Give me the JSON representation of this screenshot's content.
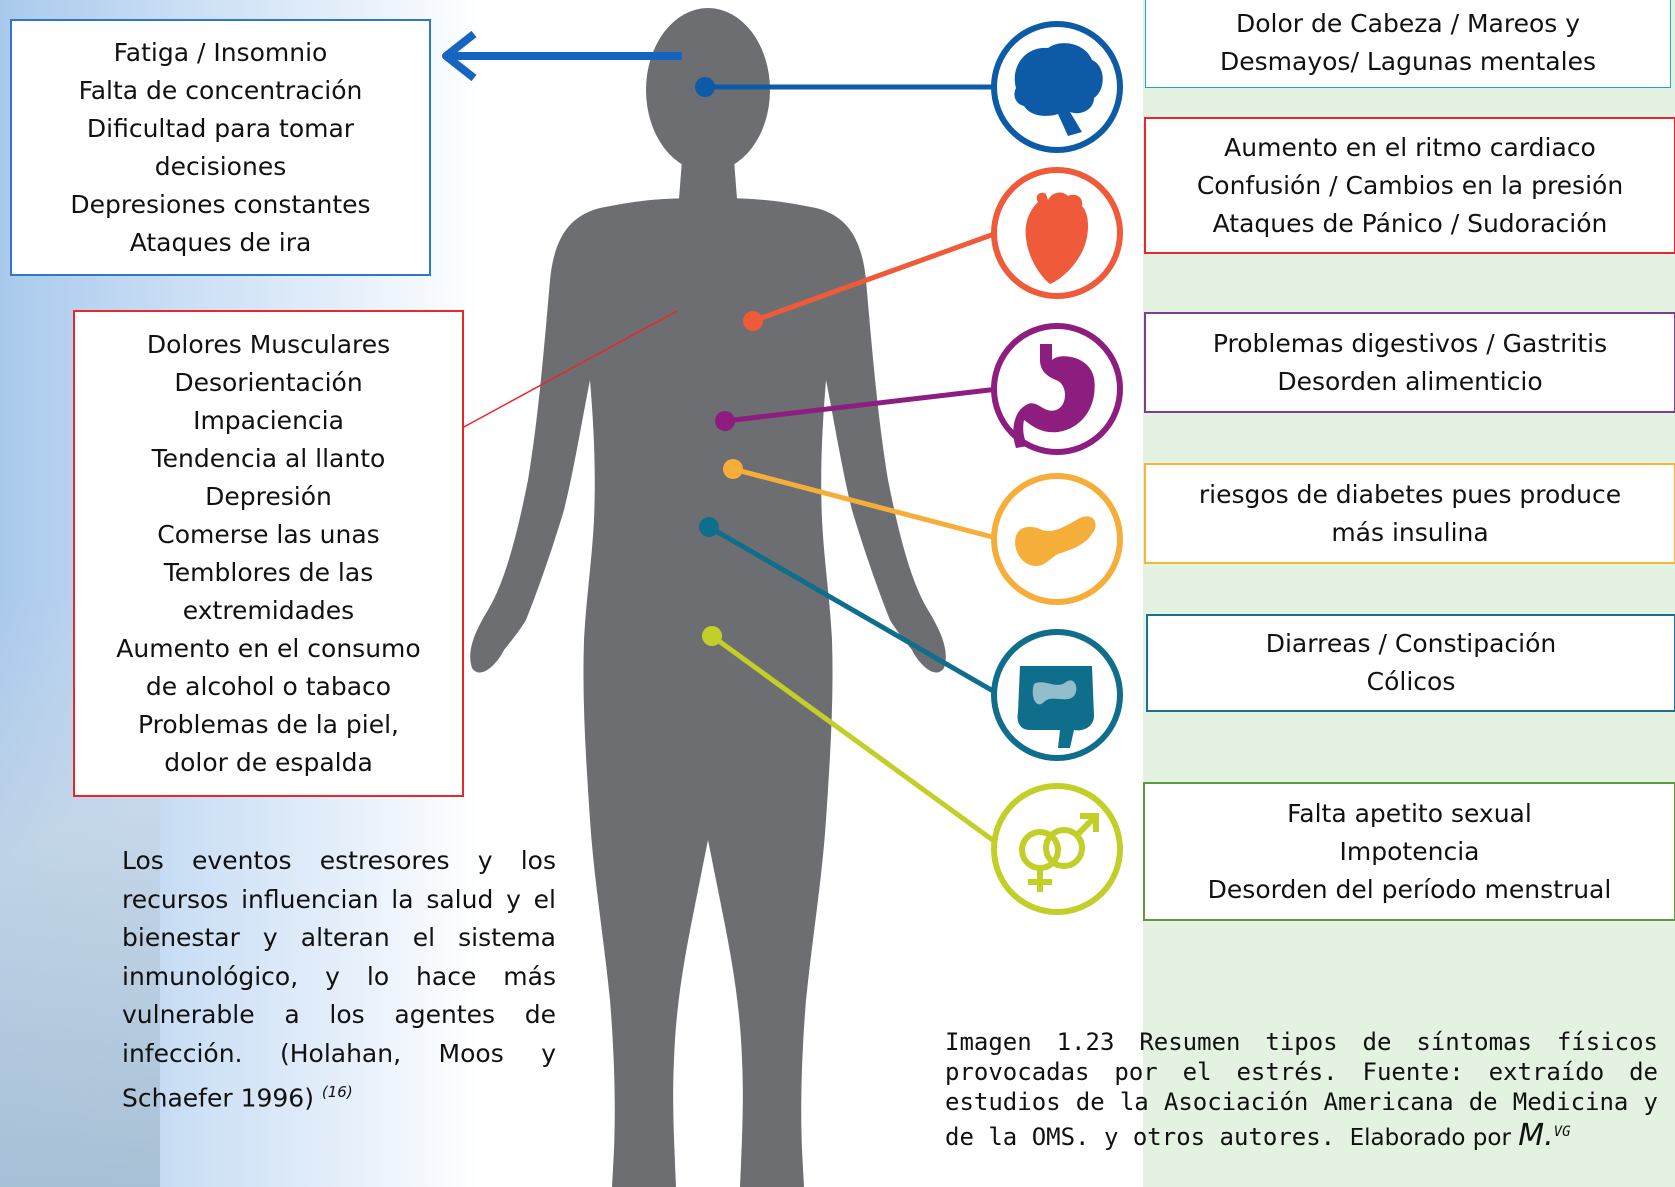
{
  "boxes": {
    "brain_right": {
      "lines": [
        "Dolor de Cabeza / Mareos y",
        "Desmayos/ Lagunas mentales"
      ]
    },
    "heart": {
      "lines": [
        "Aumento en el ritmo cardiaco",
        "Confusión /  Cambios en la presión",
        "Ataques de Pánico / Sudoración"
      ]
    },
    "stomach": {
      "lines": [
        "Problemas digestivos / Gastritis",
        "Desorden alimenticio"
      ]
    },
    "pancreas": {
      "lines": [
        "riesgos de diabetes  pues produce",
        "más insulina"
      ]
    },
    "intestine": {
      "lines": [
        "Diarreas / Constipación",
        "Cólicos"
      ]
    },
    "sexual": {
      "lines": [
        "Falta apetito sexual",
        "Impotencia",
        "Desorden del período   menstrual"
      ]
    },
    "mental_left": {
      "lines": [
        "Fatiga /  Insomnio",
        "Falta de concentración",
        "Dificultad para tomar",
        "decisiones",
        "Depresiones constantes",
        "Ataques de ira"
      ]
    },
    "muscular_left": {
      "lines": [
        "Dolores Musculares",
        "Desorientación",
        "Impaciencia",
        "Tendencia al llanto",
        "Depresión",
        "Comerse las unas",
        "Temblores de las",
        "extremidades",
        "Aumento en el consumo",
        "de  alcohol o tabaco",
        "Problemas de la piel,",
        "dolor de espalda"
      ]
    }
  },
  "paragraph": {
    "text": "Los eventos estresores y los recursos influencian la salud y el bienestar y alteran el sistema inmunológico, y lo hace más vulnerable a los agentes de infección. (Holahan, Moos y Schaefer 1996) ",
    "ref_open": "(",
    "ref": "16)"
  },
  "caption": {
    "text": "Imagen 1.23  Resumen tipos de síntomas físicos provocadas por el estrés.  Fuente: extraído de estudios de la Asociación Americana de Medicina y de la OMS. y otros autores. ",
    "author_prefix": "Elaborado por ",
    "author_initial": "M.",
    "author_sup": "VG"
  },
  "icons": [
    {
      "name": "brain-icon",
      "color": "#0d5aa7"
    },
    {
      "name": "heart-icon",
      "color": "#ef5a3a"
    },
    {
      "name": "stomach-icon",
      "color": "#8e1d80"
    },
    {
      "name": "pancreas-icon",
      "color": "#f6ae3a"
    },
    {
      "name": "intestine-icon",
      "color": "#0f6e8c"
    },
    {
      "name": "gender-icon",
      "color": "#c2cf29"
    }
  ],
  "colors": {
    "silhouette": "#6d6e71",
    "blue_border": "#2f77c9",
    "red_border": "#e8262b",
    "purple_border": "#7d3d92",
    "orange_border": "#f6b63a",
    "teal_border": "#1f6e9a",
    "green_border": "#5f9a3f"
  }
}
